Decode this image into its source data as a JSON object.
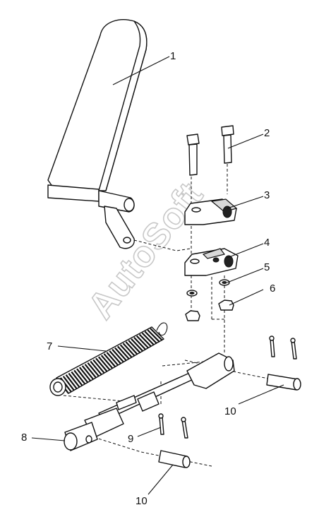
{
  "watermark": "AutoSoft",
  "callouts": [
    {
      "id": "1",
      "label": "1"
    },
    {
      "id": "2",
      "label": "2"
    },
    {
      "id": "3",
      "label": "3"
    },
    {
      "id": "4",
      "label": "4"
    },
    {
      "id": "5",
      "label": "5"
    },
    {
      "id": "6",
      "label": "6"
    },
    {
      "id": "7",
      "label": "7"
    },
    {
      "id": "8",
      "label": "8"
    },
    {
      "id": "9",
      "label": "9"
    },
    {
      "id": "10a",
      "label": "10"
    },
    {
      "id": "10b",
      "label": "10"
    }
  ]
}
